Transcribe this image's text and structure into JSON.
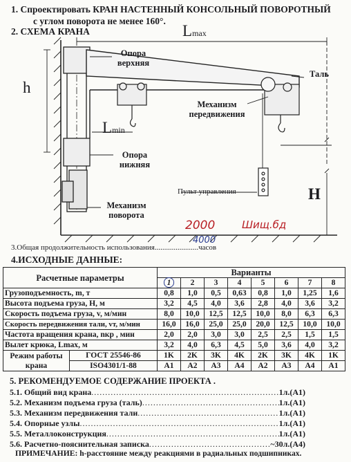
{
  "heading": {
    "item1_line1": "1. Спроектировать КРАН НАСТЕННЫЙ КОНСОЛЬНЫЙ ПОВОРОТНЫЙ",
    "item1_line2": "с углом поворота   не менее  160°.",
    "item2": "2. СХЕМА  КРАНА"
  },
  "scheme": {
    "lmax_main": "L",
    "lmax_sub": "max",
    "lmin_main": "L",
    "lmin_sub": "min",
    "h_label": "h",
    "H_label": "H",
    "upper_support": [
      "Опора",
      "верхняя"
    ],
    "hoist": "Таль",
    "travel_mechanism": [
      "Механизм",
      "передвижения"
    ],
    "lower_support": [
      "Опора",
      "нижняя"
    ],
    "pendant": "Пульт управления",
    "slew_mechanism": [
      "Механизм",
      "поворота"
    ]
  },
  "handwriting": {
    "red_number": "2000",
    "red_signature": "Шищ.бд",
    "blue_number": "4000"
  },
  "item3": {
    "text": "3.Общая продолжительность использования",
    "dots": ".......................",
    "unit": "часов"
  },
  "item4": "4.ИСХОДНЫЕ ДАННЫЕ:",
  "table": {
    "params_header": "Расчетные параметры",
    "variants_header": "Варианты",
    "variant_numbers": [
      "1",
      "2",
      "3",
      "4",
      "5",
      "6",
      "7",
      "8"
    ],
    "rows": [
      {
        "name": "Грузоподъемность, m, т",
        "values": [
          "0,8",
          "1,0",
          "0,5",
          "0,63",
          "0,8",
          "1,0",
          "1,25",
          "1,6"
        ]
      },
      {
        "name": "Высота подъема груза, H, м",
        "values": [
          "3,2",
          "4,5",
          "4,0",
          "3,6",
          "2,8",
          "4,0",
          "3,6",
          "3,2"
        ]
      },
      {
        "name": "Скорость подъема груза, v, м/мин",
        "values": [
          "8,0",
          "10,0",
          "12,5",
          "12,5",
          "10,0",
          "8,0",
          "6,3",
          "6,3"
        ]
      },
      {
        "name": "Скорость передвижения тали, vт, м/мин",
        "values": [
          "16,0",
          "16,0",
          "25,0",
          "25,0",
          "20,0",
          "12,5",
          "10,0",
          "10,0"
        ]
      },
      {
        "name": "Частота вращения крана, nкр , мин",
        "values": [
          "2,0",
          "2,0",
          "3,0",
          "3,0",
          "2,5",
          "2,5",
          "1,5",
          "1,5"
        ]
      },
      {
        "name": "Вылет крюка, Lmax, м",
        "values": [
          "3,2",
          "4,0",
          "6,3",
          "4,5",
          "5,0",
          "3,6",
          "4,0",
          "3,2"
        ]
      }
    ],
    "mode_label_line1": "Режим работы",
    "mode_label_line2": "крана",
    "gost_label": "ГОСТ 25546-86",
    "iso_label": "ISO4301/1-88",
    "gost_values": [
      "1K",
      "2K",
      "3K",
      "4K",
      "2K",
      "3K",
      "4K",
      "1K"
    ],
    "iso_values": [
      "A1",
      "A2",
      "A3",
      "A4",
      "A2",
      "A3",
      "A4",
      "A1"
    ]
  },
  "item5": {
    "title": "5. РЕКОМЕНДУЕМОЕ СОДЕРЖАНИЕ ПРОЕКТА .",
    "lines": [
      {
        "text": "5.1. Общий вид крана",
        "sheets": "1л.(А1)"
      },
      {
        "text": "5.2. Механизм подъема груза (таль)",
        "sheets": "1л.(А1)"
      },
      {
        "text": "5.3. Механизм передвижения тали",
        "sheets": "1л.(А1)"
      },
      {
        "text": "5.4. Опорные узлы",
        "sheets": "1л.(А1)"
      },
      {
        "text": "5.5. Металлоконструкция",
        "sheets": "1л.(А1)"
      },
      {
        "text": "5.6. Расчетно-пояснительная записка",
        "sheets": "~30л.(А4)"
      }
    ],
    "note": "ПРИМЕЧАНИЕ: h-расстояние между реакциями в радиальных подшипниках."
  }
}
